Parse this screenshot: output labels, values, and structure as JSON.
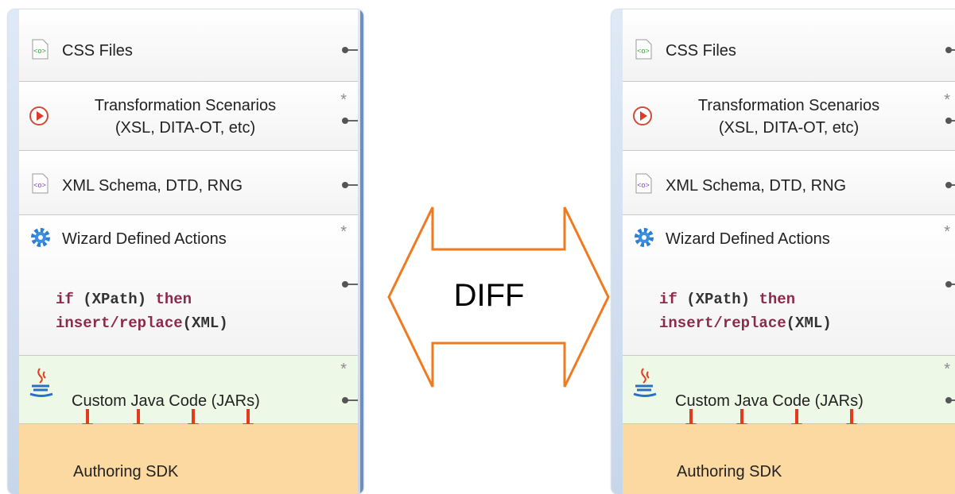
{
  "panels": [
    {
      "rows": {
        "css": "CSS Files",
        "transform_line1": "Transformation Scenarios",
        "transform_line2": "(XSL, DITA-OT, etc)",
        "schema": "XML Schema, DTD, RNG",
        "wizard": "Wizard Defined Actions",
        "code_if": "if",
        "code_xpath": " (XPath) ",
        "code_then": "then",
        "code_insert": "insert/replace",
        "code_xml": "(XML)",
        "java": "Custom Java Code (JARs)",
        "sdk": "Authoring SDK",
        "star": "*"
      }
    },
    {
      "rows": {
        "css": "CSS Files",
        "transform_line1": "Transformation Scenarios",
        "transform_line2": "(XSL, DITA-OT, etc)",
        "schema": "XML Schema, DTD, RNG",
        "wizard": "Wizard Defined Actions",
        "code_if": "if",
        "code_xpath": " (XPath) ",
        "code_then": "then",
        "code_insert": "insert/replace",
        "code_xml": "(XML)",
        "java": "Custom Java Code (JARs)",
        "sdk": "Authoring SDK",
        "star": "*"
      }
    }
  ],
  "diff_label": "DIFF",
  "colors": {
    "arrow_outline": "#f07a1f",
    "down_arrow": "#e53a1f",
    "sdk_bg": "#fbd9a0",
    "java_bg": "#eef8e6",
    "panel_border": "#6f8fbf"
  }
}
